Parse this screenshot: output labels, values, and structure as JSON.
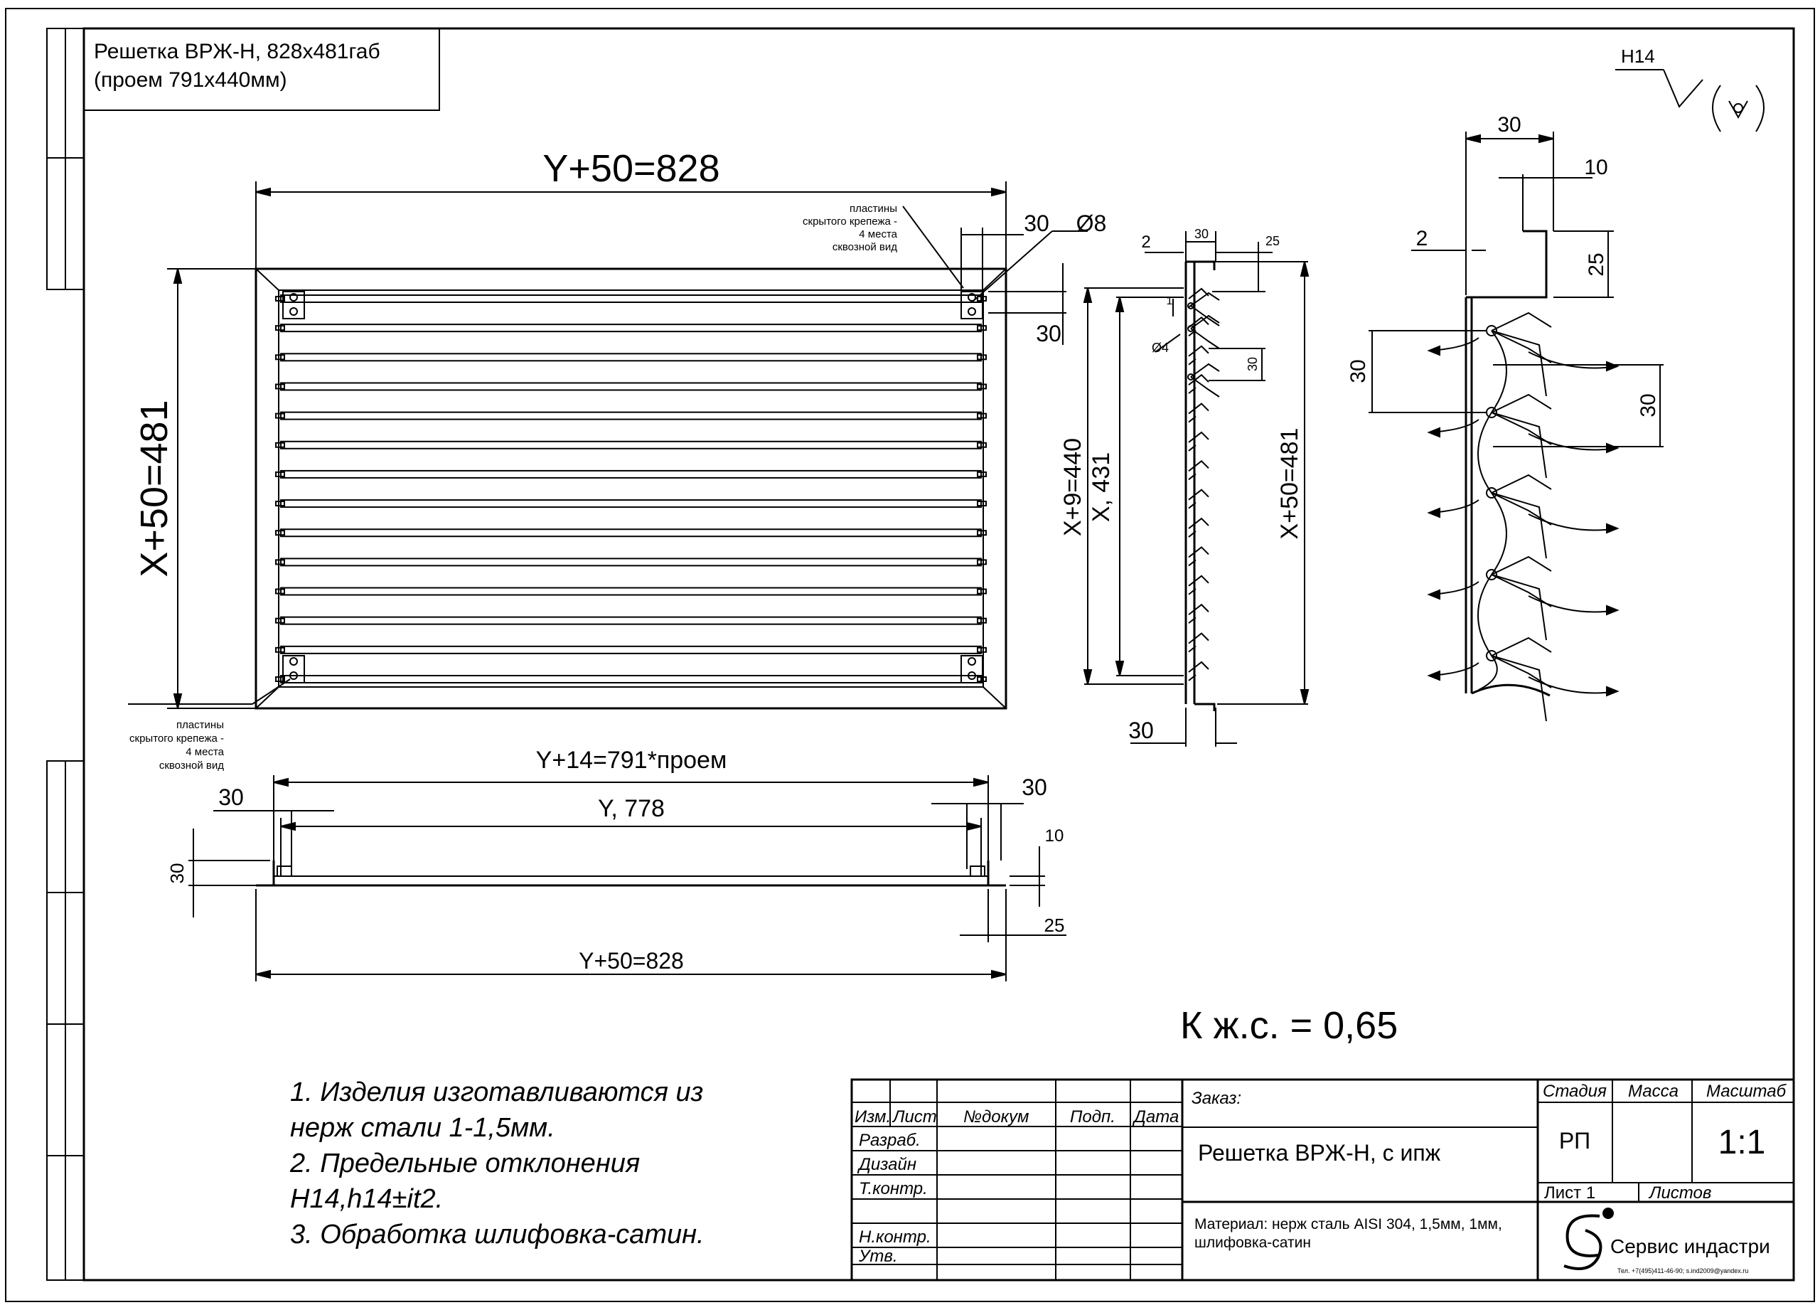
{
  "title": {
    "line1": "Решетка ВРЖ-Н, 828х481габ",
    "line2": "(проем 791х440мм)"
  },
  "roughness": "H14",
  "k_js": "К ж.с. = 0,65",
  "front_view": {
    "width_label": "Y+50=828",
    "height_label": "X+50=481",
    "dim_30_right": "30",
    "dim_d8": "Ø8",
    "dim_30_corner": "30",
    "plates_note_top": [
      "пластины",
      "скрытого крепежа -",
      "4 места",
      "сквозной вид"
    ],
    "plates_note_bottom": [
      "пластины",
      "скрытого крепежа -",
      "4 места",
      "сквозной вид"
    ],
    "slat_count": 14
  },
  "section_view": {
    "dim_2": "2",
    "dim_30_top": "30",
    "dim_25": "25",
    "dim_1": "1",
    "dim_d4": "Ø4",
    "dim_30_pitch": "30",
    "dim_x9": "X+9=440",
    "dim_x": "X, 431",
    "dim_x50": "X+50=481",
    "dim_30_bottom": "30"
  },
  "detail_view": {
    "dim_30": "30",
    "dim_10": "10",
    "dim_2": "2",
    "dim_25": "25",
    "dim_30_left": "30",
    "dim_30_right": "30"
  },
  "plan_view": {
    "opening_label": "Y+14=791*проем",
    "y_label": "Y, 778",
    "dim_30_left": "30",
    "dim_30_right": "30",
    "dim_30_height": "30",
    "dim_10": "10",
    "dim_25": "25",
    "overall_label": "Y+50=828"
  },
  "notes": [
    "1. Изделия изготавливаются из",
    "нерж стали 1-1,5мм.",
    "2. Предельные отклонения",
    "H14,h14±it2.",
    "3. Обработка шлифовка-сатин."
  ],
  "title_block": {
    "zakaz": "Заказ:",
    "name": "Решетка ВРЖ-Н, с ипж",
    "material_line1": "Материал: нерж сталь AISI 304, 1,5мм, 1мм,",
    "material_line2": "шлифовка-сатин",
    "header": [
      "Изм.",
      "Лист",
      "№докум",
      "Подп.",
      "Дата"
    ],
    "rows": [
      "Разраб.",
      "Дизайн",
      "Т.контр.",
      "",
      "Н.контр.",
      "Утв."
    ],
    "stage_label": "Стадия",
    "mass_label": "Масса",
    "scale_label": "Масштаб",
    "stage": "РП",
    "mass": "",
    "scale": "1:1",
    "sheet": "Лист  1",
    "sheets": "Листов",
    "company": "Сервис  индастри",
    "contacts": "Тел. +7(495)411-46-90;  s.ind2009@yandex.ru"
  }
}
